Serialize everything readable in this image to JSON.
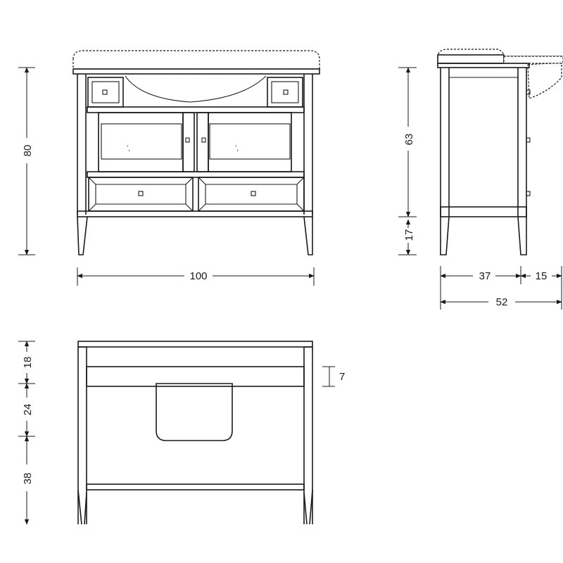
{
  "dimensions": {
    "front_height": "80",
    "front_width": "100",
    "side_upper_height": "63",
    "side_leg_height": "17",
    "side_depth_body": "37",
    "side_depth_basin": "15",
    "side_depth_total": "52",
    "back_top": "18",
    "back_middle": "24",
    "back_bottom": "38",
    "back_rail": "7"
  }
}
